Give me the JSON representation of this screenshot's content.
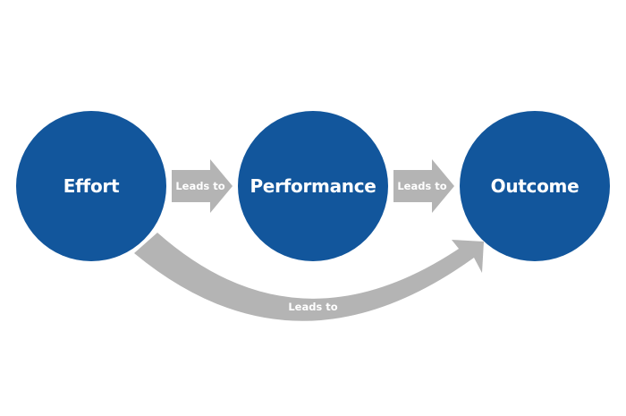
{
  "diagram": {
    "nodes": [
      {
        "id": "effort",
        "label": "Effort"
      },
      {
        "id": "performance",
        "label": "Performance"
      },
      {
        "id": "outcome",
        "label": "Outcome"
      }
    ],
    "edges": [
      {
        "from": "effort",
        "to": "performance",
        "label": "Leads to"
      },
      {
        "from": "performance",
        "to": "outcome",
        "label": "Leads to"
      },
      {
        "from": "effort",
        "to": "outcome",
        "label": "Leads to"
      }
    ]
  },
  "colors": {
    "node_fill": "#12569c",
    "arrow_fill": "#b4b4b4",
    "label_text": "#ffffff",
    "background": "#ffffff"
  }
}
